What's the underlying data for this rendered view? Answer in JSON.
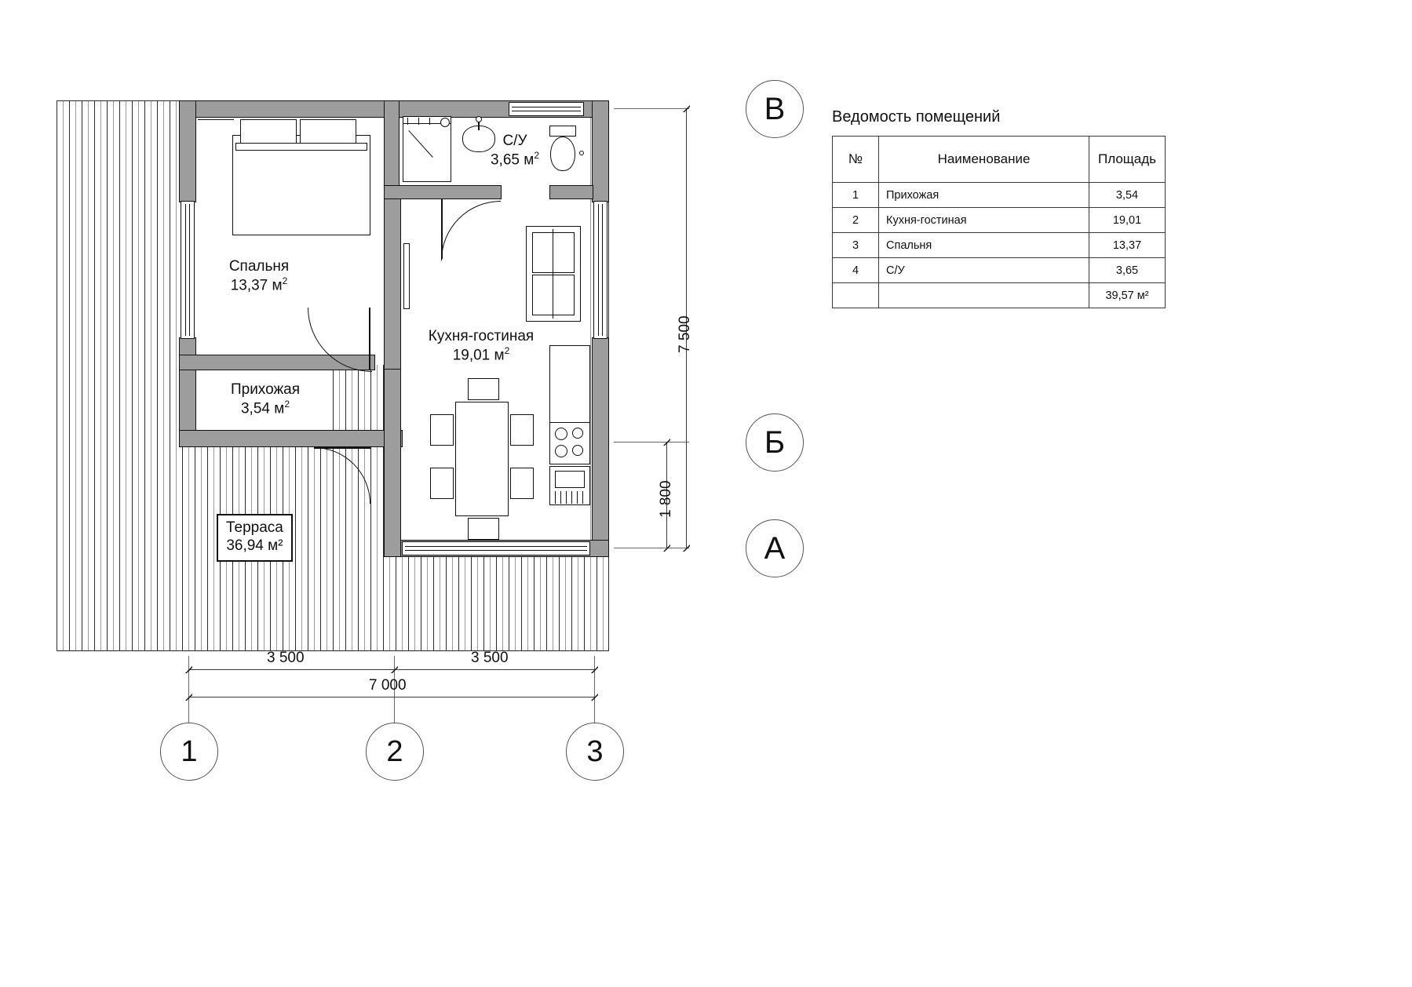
{
  "drawing": {
    "rooms": [
      {
        "id": "bedroom",
        "name": "Спальня",
        "area": "13,37",
        "unit": "м",
        "sup": "2"
      },
      {
        "id": "hallway",
        "name": "Прихожая",
        "area": "3,54",
        "unit": "м",
        "sup": "2"
      },
      {
        "id": "kitchen-living",
        "name": "Кухня-гостиная",
        "area": "19,01",
        "unit": "м",
        "sup": "2"
      },
      {
        "id": "bathroom",
        "name": "С/У",
        "area": "3,65",
        "unit": "м",
        "sup": "2"
      },
      {
        "id": "terrace",
        "name": "Терраса",
        "area": "36,94",
        "unit": "м",
        "sup": "2"
      }
    ],
    "room_labels": {
      "bedroom_name": "Спальня",
      "bedroom_area": "13,37 м",
      "hallway_name": "Прихожая",
      "hallway_area": "3,54 м",
      "kitchen_name": "Кухня-гостиная",
      "kitchen_area": "19,01 м",
      "bathroom_name": "С/У",
      "bathroom_area": "3,65 м",
      "terrace_name": "Терраса",
      "terrace_area": "36,94 м²"
    },
    "dimensions": {
      "vertical_total": "7 500",
      "vertical_partial": "1 800",
      "horizontal_left": "3 500",
      "horizontal_right": "3 500",
      "horizontal_total": "7 000"
    },
    "axes": {
      "vertical": [
        {
          "id": "axis-v",
          "label": "В"
        },
        {
          "id": "axis-b",
          "label": "Б"
        },
        {
          "id": "axis-a",
          "label": "А"
        }
      ],
      "horizontal": [
        {
          "id": "axis-1",
          "label": "1"
        },
        {
          "id": "axis-2",
          "label": "2"
        },
        {
          "id": "axis-3",
          "label": "3"
        }
      ]
    }
  },
  "schedule": {
    "title": "Ведомость помещений",
    "headers": {
      "num": "№",
      "name": "Наименование",
      "area": "Площадь"
    },
    "rows": [
      {
        "num": "1",
        "name": "Прихожая",
        "area": "3,54"
      },
      {
        "num": "2",
        "name": "Кухня-гостиная",
        "area": "19,01"
      },
      {
        "num": "3",
        "name": "Спальня",
        "area": "13,37"
      },
      {
        "num": "4",
        "name": "С/У",
        "area": "3,65"
      }
    ],
    "total": {
      "num": "",
      "name": "",
      "area": "39,57 м²"
    }
  },
  "colors": {
    "wall_fill": "#9d9d9d",
    "line": "#111111",
    "deck_line": "#2b2b2b",
    "paper": "#ffffff"
  }
}
